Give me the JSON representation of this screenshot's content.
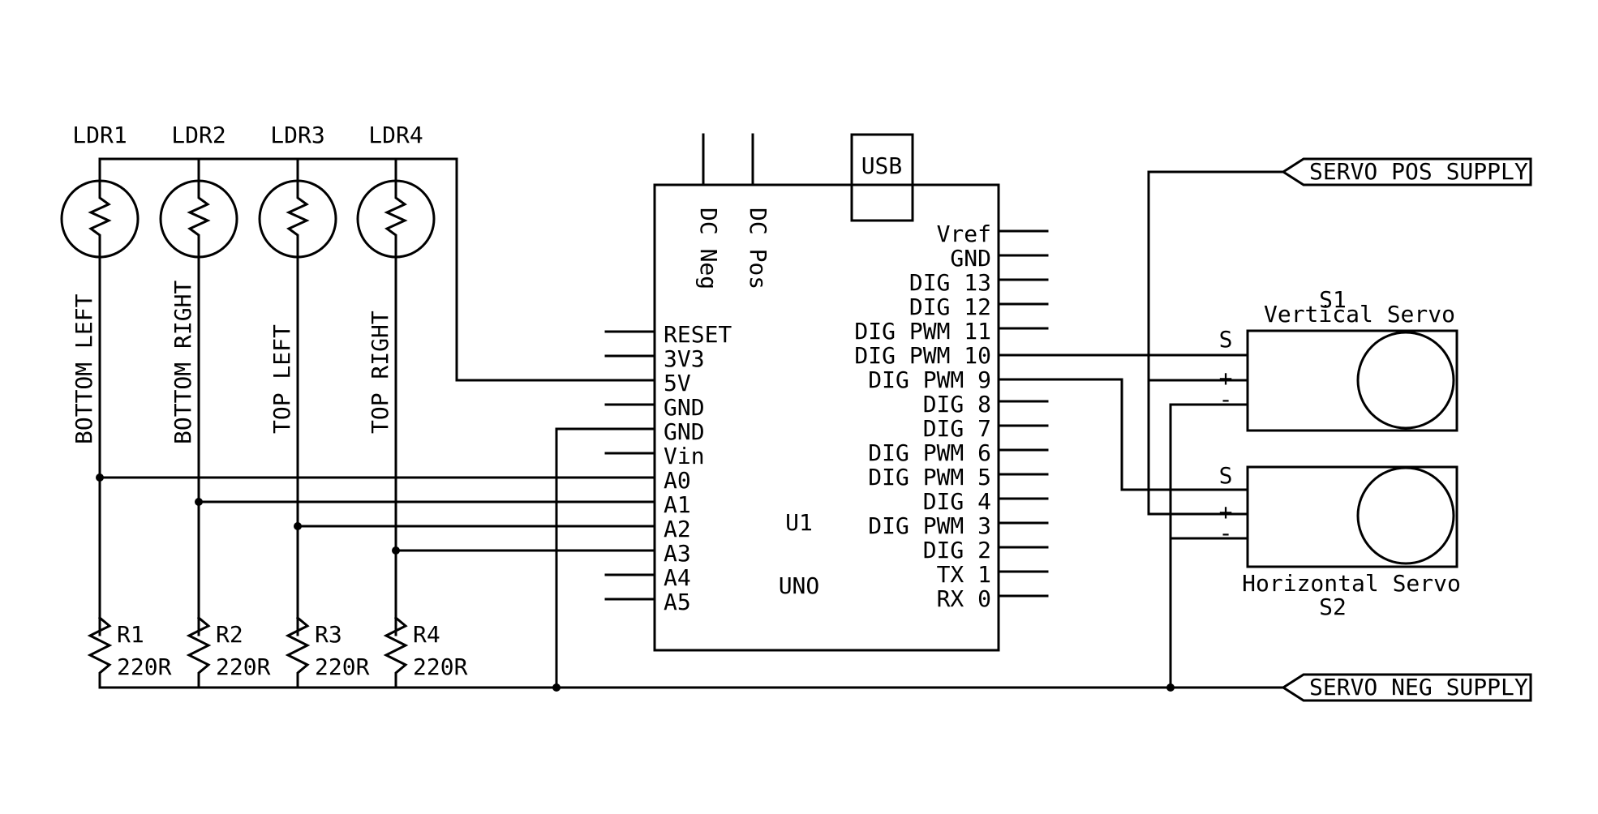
{
  "ldrs": [
    {
      "ref": "LDR1",
      "desc": "BOTTOM LEFT"
    },
    {
      "ref": "LDR2",
      "desc": "BOTTOM RIGHT"
    },
    {
      "ref": "LDR3",
      "desc": "TOP LEFT"
    },
    {
      "ref": "LDR4",
      "desc": "TOP RIGHT"
    }
  ],
  "resistors": [
    {
      "ref": "R1",
      "value": "220R"
    },
    {
      "ref": "R2",
      "value": "220R"
    },
    {
      "ref": "R3",
      "value": "220R"
    },
    {
      "ref": "R4",
      "value": "220R"
    }
  ],
  "arduino": {
    "ref": "U1",
    "model": "UNO",
    "usb": "USB",
    "dc_neg": "DC Neg",
    "dc_pos": "DC Pos",
    "left_pins": [
      "RESET",
      "3V3",
      "5V",
      "GND",
      "GND",
      "Vin",
      "A0",
      "A1",
      "A2",
      "A3",
      "A4",
      "A5"
    ],
    "right_pins": [
      "Vref",
      "GND",
      "DIG 13",
      "DIG 12",
      "DIG PWM 11",
      "DIG PWM 10",
      "DIG PWM 9",
      "DIG 8",
      "DIG 7",
      "DIG PWM 6",
      "DIG PWM 5",
      "DIG 4",
      "DIG PWM 3",
      "DIG 2",
      "TX 1",
      "RX 0"
    ]
  },
  "servos": [
    {
      "ref": "S1",
      "name": "Vertical Servo",
      "pins": [
        "S",
        "+",
        "-"
      ]
    },
    {
      "ref": "S2",
      "name": "Horizontal Servo",
      "pins": [
        "S",
        "+",
        "-"
      ]
    }
  ],
  "ports": {
    "pos_supply": "SERVO POS SUPPLY",
    "neg_supply": "SERVO NEG SUPPLY"
  }
}
